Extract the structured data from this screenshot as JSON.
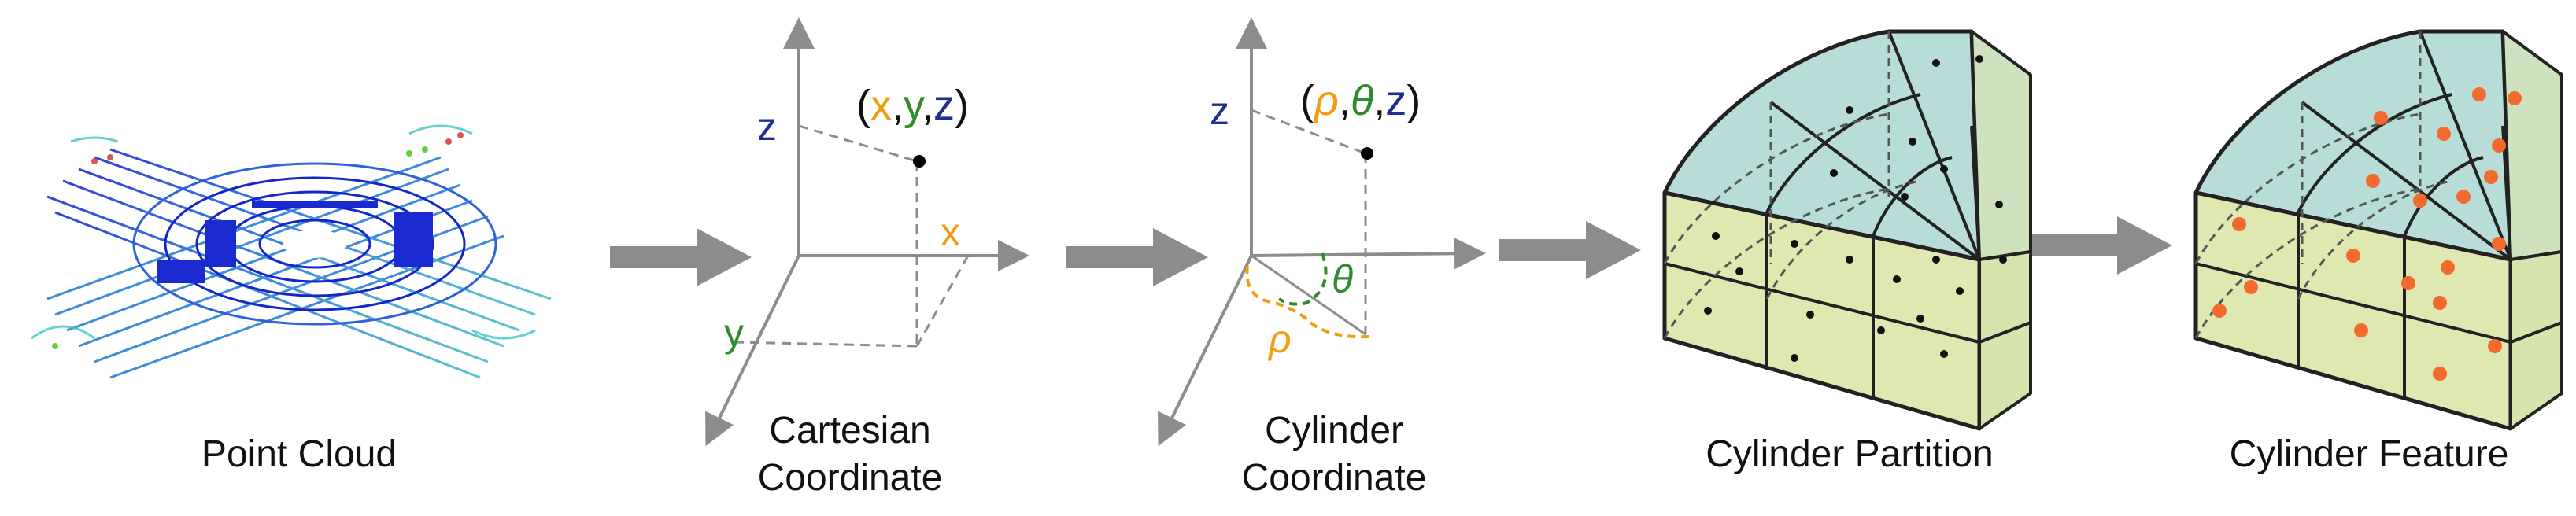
{
  "captions": {
    "point_cloud": "Point Cloud",
    "cartesian_line1": "Cartesian",
    "cartesian_line2": "Coordinate",
    "cylinder_line1": "Cylinder",
    "cylinder_line2": "Coordinate",
    "partition": "Cylinder Partition",
    "feature": "Cylinder Feature"
  },
  "cartesian": {
    "x_label": "x",
    "y_label": "y",
    "z_label": "z",
    "tuple": {
      "open": "(",
      "x": "x",
      "c1": ",",
      "y": "y",
      "c2": ",",
      "z": "z",
      "close": ")"
    }
  },
  "cylinder": {
    "z_label": "z",
    "rho_label": "ρ",
    "theta_label": "θ",
    "tuple": {
      "open": "(",
      "rho": "ρ",
      "c1": ",",
      "theta": "θ",
      "c2": ",",
      "z": "z",
      "close": ")"
    }
  },
  "colors": {
    "x_orange": "#f39c12",
    "y_green": "#2e8b2e",
    "z_navy": "#1f2f8f",
    "arrow_gray": "#8c8c8c",
    "feature_dot": "#f26a2e",
    "cyl_top": "#b8ddd8",
    "cyl_side": "#dfe8b0"
  }
}
